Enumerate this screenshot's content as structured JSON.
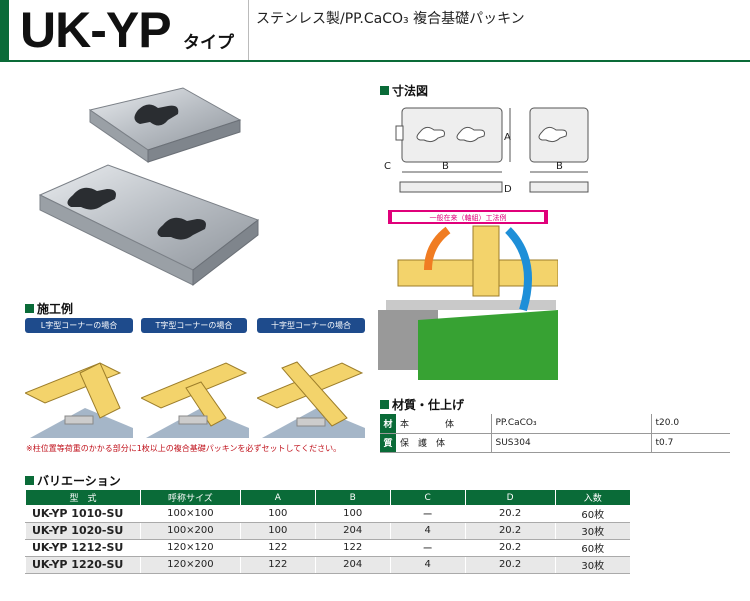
{
  "header": {
    "title": "UK-YP",
    "type": "タイプ",
    "subtitle": "ステンレス製/PP.CaCO₃ 複合基礎パッキン"
  },
  "sections": {
    "dimensions": "寸法図",
    "examples": "施工例",
    "material": "材質・仕上げ",
    "variations": "バリエーション"
  },
  "dimension_labels": {
    "a": "A",
    "b1": "B",
    "b2": "B",
    "c": "C",
    "d": "D"
  },
  "wood_diagram_label": "一般在来（軸組）工法例",
  "examples": [
    {
      "label": "L字型コーナーの場合"
    },
    {
      "label": "T字型コーナーの場合"
    },
    {
      "label": "十字型コーナーの場合"
    }
  ],
  "note": "※柱位置等荷重のかかる部分に1枚以上の複合基礎パッキンを必ずセットしてください。",
  "material": {
    "rows": [
      {
        "label": "材",
        "name": "本　　　　体",
        "material": "PP.CaCO₃",
        "thickness": "t20.0"
      },
      {
        "label": "質",
        "name": "保　護　体",
        "material": "SUS304",
        "thickness": "t0.7"
      }
    ]
  },
  "variations": {
    "headers": [
      "型　式",
      "呼称サイズ",
      "A",
      "B",
      "C",
      "D",
      "入数"
    ],
    "rows": [
      [
        "UK-YP 1010-SU",
        "100×100",
        "100",
        "100",
        "ー",
        "20.2",
        "60枚"
      ],
      [
        "UK-YP 1020-SU",
        "100×200",
        "100",
        "204",
        "4",
        "20.2",
        "30枚"
      ],
      [
        "UK-YP 1212-SU",
        "120×120",
        "122",
        "122",
        "ー",
        "20.2",
        "60枚"
      ],
      [
        "UK-YP 1220-SU",
        "120×200",
        "122",
        "204",
        "4",
        "20.2",
        "30枚"
      ]
    ]
  },
  "colors": {
    "brand_green": "#0a6b38",
    "tab_blue": "#1e4b8c",
    "note_red": "#c0121c",
    "beam_yellow": "#f3d36b"
  }
}
